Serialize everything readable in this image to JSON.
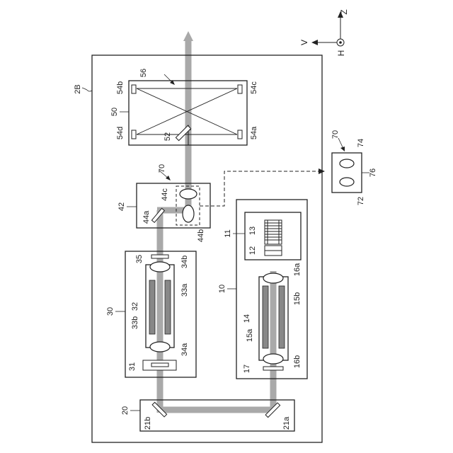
{
  "axes": {
    "z": "Z",
    "v": "V",
    "h": "H"
  },
  "labels": {
    "l2B": "2B",
    "l56": "56",
    "l54b": "54b",
    "l54c": "54c",
    "l54d": "54d",
    "l54a": "54a",
    "l50": "50",
    "l52": "52",
    "l70a": "70",
    "l44c": "44c",
    "l44a": "44a",
    "l44b": "44b",
    "l42": "42",
    "l70b": "70",
    "l74": "74",
    "l72": "72",
    "l76": "76",
    "l11": "11",
    "l13": "13",
    "l12": "12",
    "l10": "10",
    "l16a": "16a",
    "l15b": "15b",
    "l14": "14",
    "l15a": "15a",
    "l16b": "16b",
    "l17": "17",
    "l35": "35",
    "l34b": "34b",
    "l33a": "33a",
    "l32": "32",
    "l33b": "33b",
    "l30": "30",
    "l34a": "34a",
    "l31": "31",
    "l20": "20",
    "l21b": "21b",
    "l21a": "21a"
  }
}
